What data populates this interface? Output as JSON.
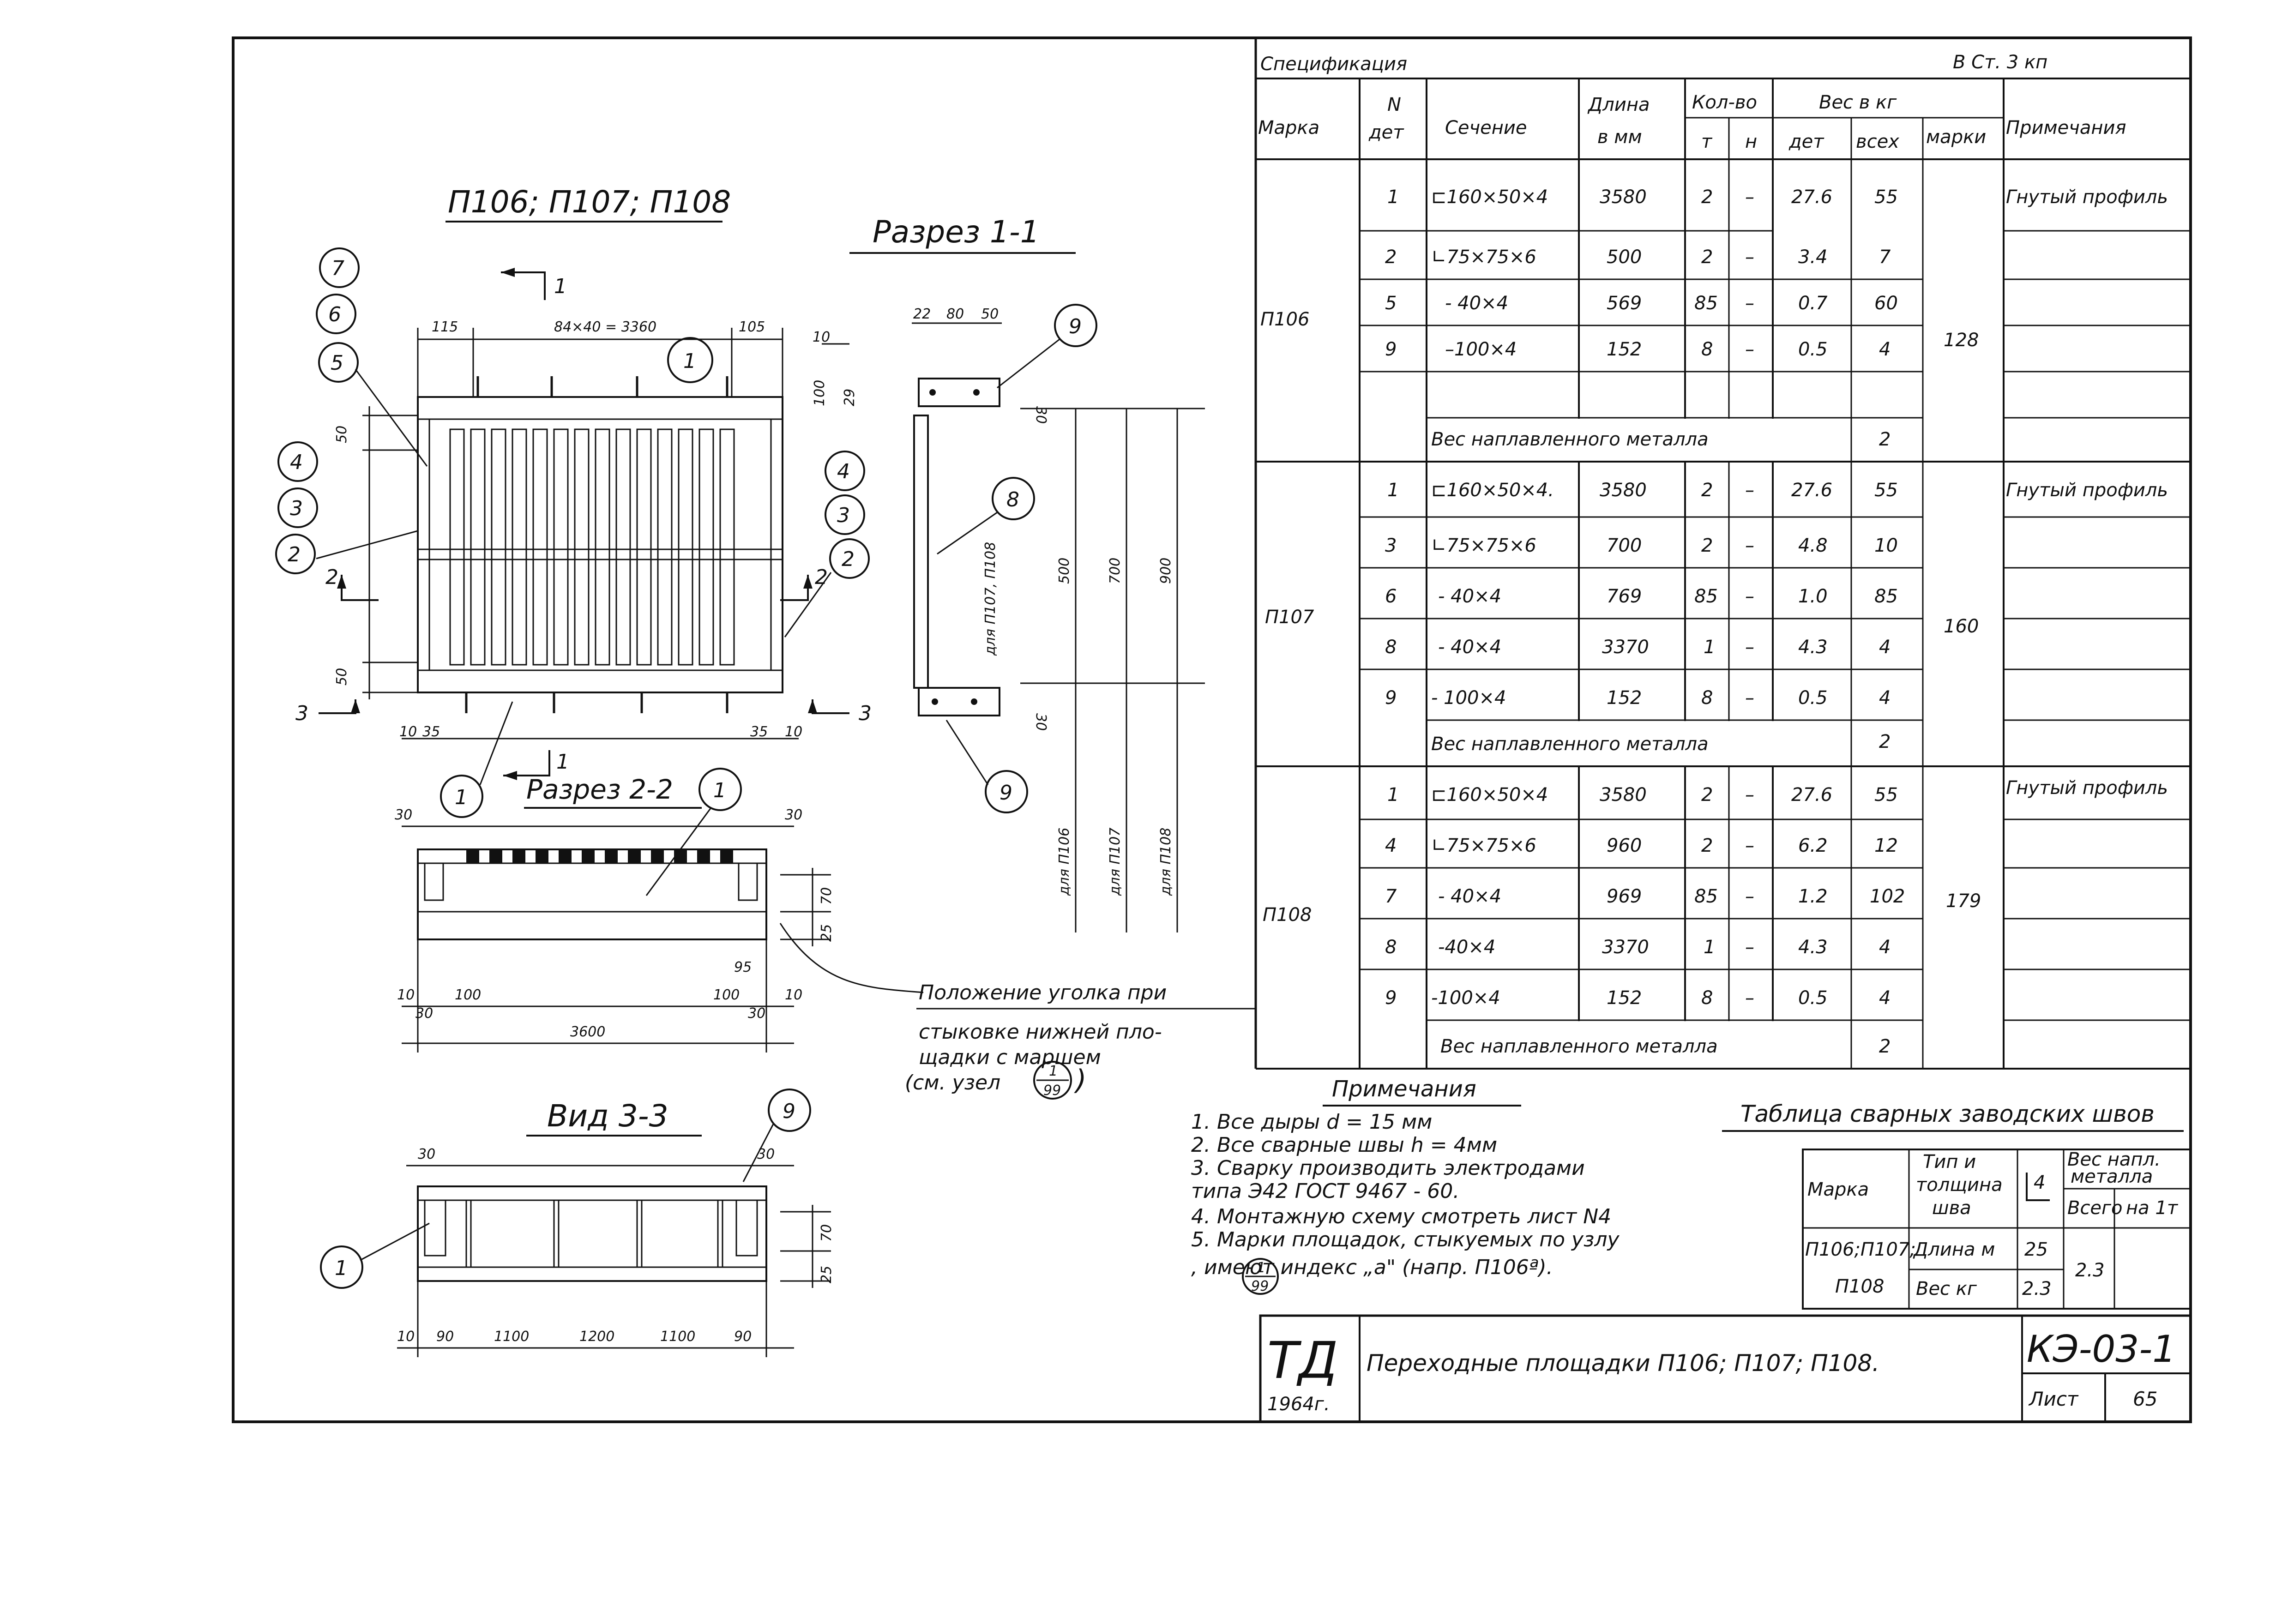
{
  "drawing": {
    "main_title": "П106; П107; П108",
    "section_1": "Разрез 1-1",
    "section_2": "Разрез 2-2",
    "view_3": "Вид 3-3",
    "top_dims": {
      "d115": "115",
      "span": "84×40 = 3360",
      "d105": "105"
    },
    "side_dims": {
      "d50a": "50",
      "d50b": "50",
      "d10": "10",
      "d35a": "35",
      "d35b": "35",
      "d10b": "10"
    },
    "sec2_dims": {
      "d30a": "30",
      "d30b": "30",
      "d70": "70",
      "d25": "25",
      "d10a": "10",
      "d100a": "100",
      "d95": "95",
      "d100b": "100",
      "d10b": "10",
      "d30c": "30",
      "d30d": "30",
      "d3600": "3600"
    },
    "view3_dims": {
      "d30a": "30",
      "d30b": "30",
      "d70": "70",
      "d25": "25",
      "d10": "10",
      "d90a": "90",
      "d1100a": "1100",
      "d1200": "1200",
      "d1100b": "1100",
      "d90b": "90"
    },
    "sec1_dims": {
      "d22": "22",
      "d80": "80",
      "d50": "50",
      "d10": "10",
      "d100": "100",
      "d29": "29",
      "d30a": "30",
      "d30b": "30",
      "d500": "500",
      "d700": "700",
      "d900": "900"
    },
    "sec1_labels": {
      "for_p106": "для П106",
      "for_p107": "для П107",
      "for_p108": "для П108",
      "for_p107_108": "для П107, П108"
    },
    "cut_marks": {
      "c1": "1",
      "c2": "2",
      "c3": "3"
    },
    "callouts": [
      "7",
      "6",
      "5",
      "4",
      "3",
      "2",
      "1",
      "9",
      "8"
    ],
    "angle_note": [
      "Положение уголка при",
      "стыковке нижней пло-",
      "щадки с маршем",
      "(см. узел"
    ],
    "node_ref": {
      "num": "1",
      "den": "99"
    }
  },
  "spec": {
    "title": "Спецификация",
    "steel": "В Ст. 3 кп",
    "headers": {
      "marka": "Марка",
      "n_det": [
        "N",
        "дет"
      ],
      "section": "Сечение",
      "length": [
        "Длина",
        "в мм"
      ],
      "qty": "Кол-во",
      "qty_t": "т",
      "qty_n": "н",
      "weight": "Вес в кг",
      "w_det": "дет",
      "w_all": "всех",
      "w_mark": "марки",
      "notes": "Примечания"
    },
    "groups": [
      {
        "mark": "П106",
        "mark_weight": "128",
        "rows": [
          {
            "n": "1",
            "section": "⊏160×50×4",
            "length": "3580",
            "t": "2",
            "h": "–",
            "det": "27.6",
            "all": "55",
            "note": "Гнутый профиль"
          },
          {
            "n": "2",
            "section": "∟75×75×6",
            "length": "500",
            "t": "2",
            "h": "–",
            "det": "3.4",
            "all": "7",
            "note": ""
          },
          {
            "n": "5",
            "section": "- 40×4",
            "length": "569",
            "t": "85",
            "h": "–",
            "det": "0.7",
            "all": "60",
            "note": ""
          },
          {
            "n": "9",
            "section": "–100×4",
            "length": "152",
            "t": "8",
            "h": "–",
            "det": "0.5",
            "all": "4",
            "note": ""
          },
          {
            "n": "",
            "section": "",
            "length": "",
            "t": "",
            "h": "",
            "det": "",
            "all": "",
            "note": ""
          }
        ],
        "weld_label": "Вес наплавленного металла",
        "weld_value": "2"
      },
      {
        "mark": "П107",
        "mark_weight": "160",
        "rows": [
          {
            "n": "1",
            "section": "⊏160×50×4.",
            "length": "3580",
            "t": "2",
            "h": "–",
            "det": "27.6",
            "all": "55",
            "note": "Гнутый профиль"
          },
          {
            "n": "3",
            "section": "∟75×75×6",
            "length": "700",
            "t": "2",
            "h": "–",
            "det": "4.8",
            "all": "10",
            "note": ""
          },
          {
            "n": "6",
            "section": "- 40×4",
            "length": "769",
            "t": "85",
            "h": "–",
            "det": "1.0",
            "all": "85",
            "note": ""
          },
          {
            "n": "8",
            "section": "- 40×4",
            "length": "3370",
            "t": "1",
            "h": "–",
            "det": "4.3",
            "all": "4",
            "note": ""
          },
          {
            "n": "9",
            "section": "- 100×4",
            "length": "152",
            "t": "8",
            "h": "–",
            "det": "0.5",
            "all": "4",
            "note": ""
          }
        ],
        "weld_label": "Вес наплавленного металла",
        "weld_value": "2"
      },
      {
        "mark": "П108",
        "mark_weight": "179",
        "rows": [
          {
            "n": "1",
            "section": "⊏160×50×4",
            "length": "3580",
            "t": "2",
            "h": "–",
            "det": "27.6",
            "all": "55",
            "note": "Гнутый профиль"
          },
          {
            "n": "4",
            "section": "∟75×75×6",
            "length": "960",
            "t": "2",
            "h": "–",
            "det": "6.2",
            "all": "12",
            "note": ""
          },
          {
            "n": "7",
            "section": "- 40×4",
            "length": "969",
            "t": "85",
            "h": "–",
            "det": "1.2",
            "all": "102",
            "note": ""
          },
          {
            "n": "8",
            "section": "-40×4",
            "length": "3370",
            "t": "1",
            "h": "–",
            "det": "4.3",
            "all": "4",
            "note": ""
          },
          {
            "n": "9",
            "section": "-100×4",
            "length": "152",
            "t": "8",
            "h": "–",
            "det": "0.5",
            "all": "4",
            "note": ""
          }
        ],
        "weld_label": "Вес наплавленного металла",
        "weld_value": "2"
      }
    ]
  },
  "notes": {
    "title": "Примечания",
    "items": [
      "1. Все дыры d = 15 мм",
      "2. Все сварные швы h = 4мм",
      "3. Сварку производить электродами",
      "    типа Э42 ГОСТ 9467 - 60.",
      "4. Монтажную схему смотреть лист N4",
      "5. Марки площадок, стыкуемых по узлу",
      "        , имеют индекс „а\" (напр. П106ª)."
    ]
  },
  "weld_table": {
    "title": "Таблица сварных заводских швов",
    "h_mark": "Марка",
    "h_type": [
      "Тип и",
      "толщина",
      "шва"
    ],
    "h_sym": "4",
    "h_weight": [
      "Вес напл.",
      "металла"
    ],
    "h_total": "Всего",
    "h_per_t": "на 1т",
    "mark_a": "П106;П107;",
    "mark_b": "П108",
    "len_label": "Длина м",
    "len_value": "25",
    "wt_label": "Вес кг",
    "wt_value": "2.3",
    "per_t": "2.3"
  },
  "title_block": {
    "logo": "ТД",
    "year": "1964г.",
    "name": "Переходные    площадки  П106; П107; П108.",
    "code": "КЭ-03-1",
    "sheet_label": "Лист",
    "sheet_num": "65"
  }
}
